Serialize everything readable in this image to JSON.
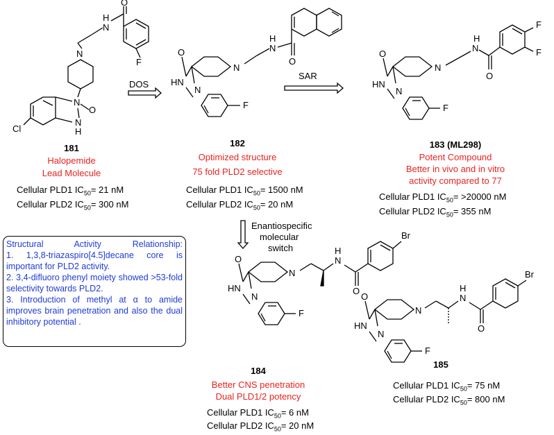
{
  "compounds": [
    {
      "id": "181",
      "notes": [
        "Halopemide",
        "Lead Molecule"
      ],
      "pld1_label": "Cellular PLD1 IC",
      "pld1_value": "= 21 nM",
      "pld2_label": "Cellular PLD2 IC",
      "pld2_value": "= 300 nM"
    },
    {
      "id": "182",
      "notes": [
        "Optimized structure",
        "75 fold PLD2 selective"
      ],
      "pld1_label": "Cellular PLD1 IC",
      "pld1_value": "= 1500 nM",
      "pld2_label": "Cellular PLD2 IC",
      "pld2_value": "= 20 nM"
    },
    {
      "id": "183 (ML298)",
      "notes": [
        "Potent Compound",
        "Better in vivo and in vitro",
        "activity compared to 77"
      ],
      "pld1_label": "Cellular PLD1 IC",
      "pld1_value": "= >20000 nM",
      "pld2_label": "Cellular PLD2 IC",
      "pld2_value": "= 355 nM"
    },
    {
      "id": "184",
      "notes": [
        "Better CNS penetration",
        "Dual PLD1/2 potency"
      ],
      "pld1_label": "Cellular PLD1 IC",
      "pld1_value": "= 6 nM",
      "pld2_label": "Cellular PLD2 IC",
      "pld2_value": "= 20 nM"
    },
    {
      "id": "185",
      "notes": [],
      "pld1_label": "Cellular PLD1 IC",
      "pld1_value": "= 75 nM",
      "pld2_label": "Cellular PLD2 IC",
      "pld2_value": "= 800 nM"
    }
  ],
  "subscript": "50",
  "arrows": {
    "dos": "DOS",
    "sar": "SAR",
    "enantio": [
      "Enantiospecific",
      "molecular",
      "switch"
    ]
  },
  "atoms": {
    "O": "O",
    "H": "H",
    "N": "N",
    "NH": "NH",
    "HN": "HN",
    "F": "F",
    "Cl": "Cl",
    "Br": "Br"
  },
  "sar_box": {
    "title": "Structural Activity Relationship:",
    "points": [
      "1. 1,3,8-triazaspiro[4.5]decane core is important for PLD2 activity.",
      "2. 3,4-difluoro phenyl moiety showed >53-fold selectivity towards PLD2.",
      "3. Introduction of methyl at α to amide improves brain penetration and also the dual inhibitory potential ."
    ]
  },
  "colors": {
    "accent_red": "#e8231f",
    "sar_blue": "#1f3bd6"
  }
}
